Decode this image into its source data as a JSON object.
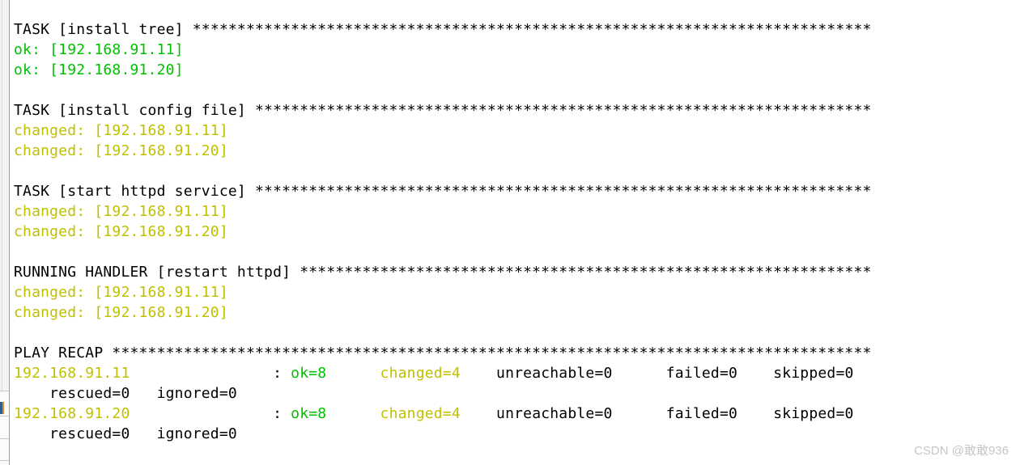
{
  "terminal": {
    "bg": "#ffffff",
    "colors": {
      "fg": "#000000",
      "green": "#00c000",
      "yellow": "#c0c000"
    },
    "lines": [
      [
        {
          "t": "TASK [install tree] ",
          "c": "fg"
        },
        {
          "stars": 76,
          "c": "fg"
        }
      ],
      [
        {
          "t": "ok: [192.168.91.11]",
          "c": "green"
        }
      ],
      [
        {
          "t": "ok: [192.168.91.20]",
          "c": "green"
        }
      ],
      [],
      [
        {
          "t": "TASK [install config file] ",
          "c": "fg"
        },
        {
          "stars": 69,
          "c": "fg"
        }
      ],
      [
        {
          "t": "changed: [192.168.91.11]",
          "c": "yellow"
        }
      ],
      [
        {
          "t": "changed: [192.168.91.20]",
          "c": "yellow"
        }
      ],
      [],
      [
        {
          "t": "TASK [start httpd service] ",
          "c": "fg"
        },
        {
          "stars": 69,
          "c": "fg"
        }
      ],
      [
        {
          "t": "changed: [192.168.91.11]",
          "c": "yellow"
        }
      ],
      [
        {
          "t": "changed: [192.168.91.20]",
          "c": "yellow"
        }
      ],
      [],
      [
        {
          "t": "RUNNING HANDLER [restart httpd] ",
          "c": "fg"
        },
        {
          "stars": 64,
          "c": "fg"
        }
      ],
      [
        {
          "t": "changed: [192.168.91.11]",
          "c": "yellow"
        }
      ],
      [
        {
          "t": "changed: [192.168.91.20]",
          "c": "yellow"
        }
      ],
      [],
      [
        {
          "t": "PLAY RECAP ",
          "c": "fg"
        },
        {
          "stars": 85,
          "c": "fg"
        }
      ],
      [
        {
          "t": "192.168.91.11",
          "c": "yellow"
        },
        {
          "t": "                : ",
          "c": "fg"
        },
        {
          "t": "ok=8",
          "c": "green"
        },
        {
          "t": "      ",
          "c": "fg"
        },
        {
          "t": "changed=4",
          "c": "yellow"
        },
        {
          "t": "    ",
          "c": "fg"
        },
        {
          "t": "unreachable=0      failed=0    skipped=0",
          "c": "fg"
        }
      ],
      [
        {
          "t": "    rescued=0   ignored=0",
          "c": "fg"
        }
      ],
      [
        {
          "t": "192.168.91.20",
          "c": "yellow"
        },
        {
          "t": "                : ",
          "c": "fg"
        },
        {
          "t": "ok=8",
          "c": "green"
        },
        {
          "t": "      ",
          "c": "fg"
        },
        {
          "t": "changed=4",
          "c": "yellow"
        },
        {
          "t": "    ",
          "c": "fg"
        },
        {
          "t": "unreachable=0      failed=0    skipped=0",
          "c": "fg"
        }
      ],
      [
        {
          "t": "    rescued=0   ignored=0",
          "c": "fg"
        }
      ]
    ]
  },
  "watermark": {
    "text": "CSDN @敢敢936",
    "color": "#c6c6c6"
  }
}
